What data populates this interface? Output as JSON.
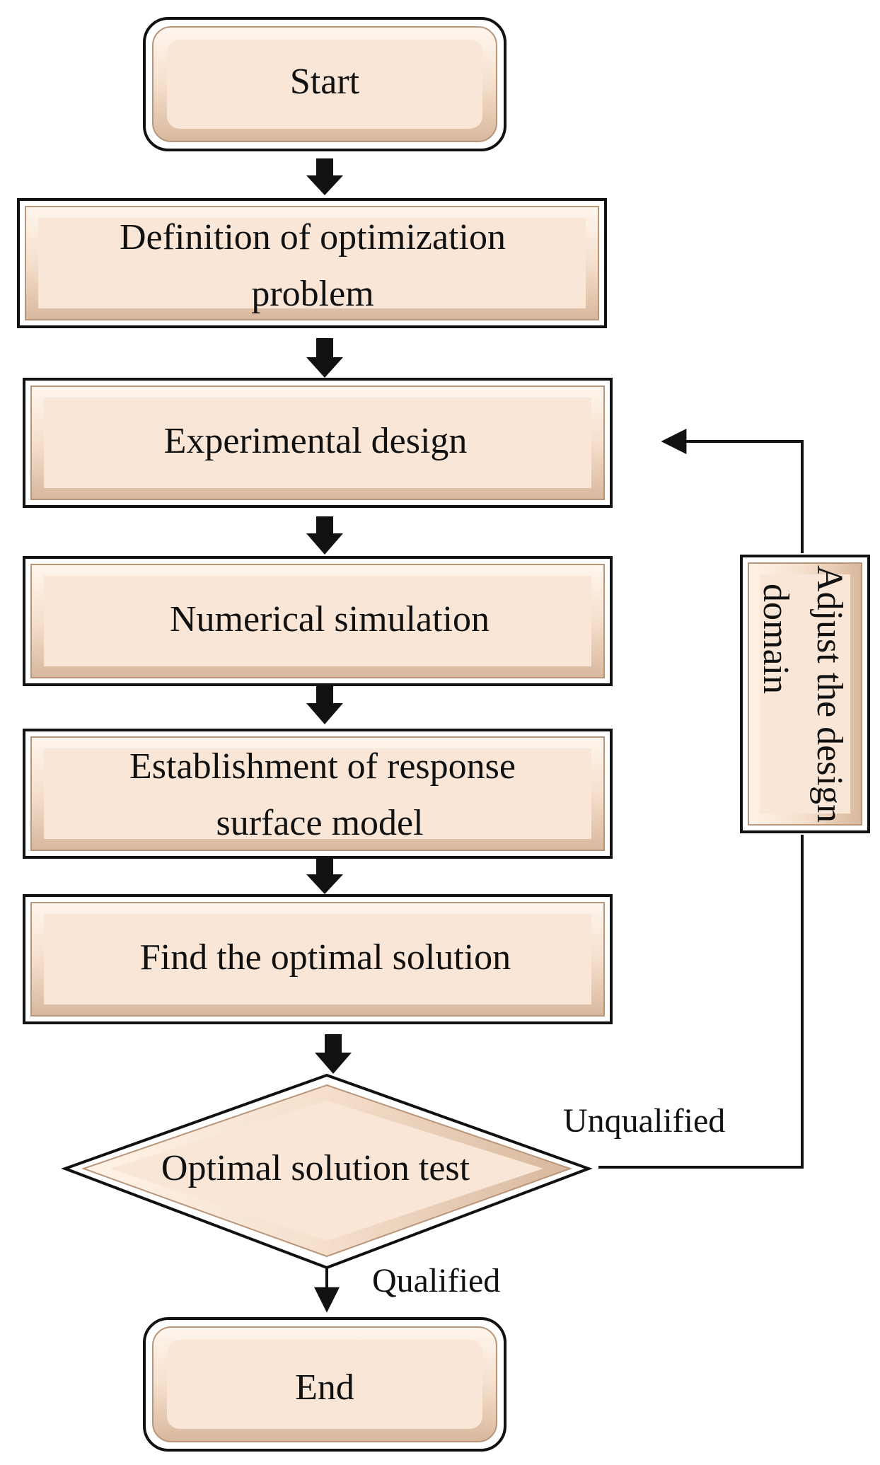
{
  "diagram": {
    "nodes": {
      "start": {
        "label": "Start"
      },
      "definition": {
        "label_line1": "Definition of optimization",
        "label_line2": "problem"
      },
      "experimental": {
        "label": "Experimental design"
      },
      "numerical": {
        "label": "Numerical simulation"
      },
      "establishment": {
        "label_line1": "Establishment of response",
        "label_line2": "surface model"
      },
      "find": {
        "label": "Find the optimal solution"
      },
      "test": {
        "label": "Optimal solution test"
      },
      "end": {
        "label": "End"
      },
      "adjust": {
        "label_line1": "Adjust the design",
        "label_line2": "domain"
      }
    },
    "edges": {
      "unqualified": "Unqualified",
      "qualified": "Qualified"
    },
    "colors": {
      "box_fill": "#f7e4d4",
      "box_edge_light": "#fff6ee",
      "box_edge_shadow": "#c9a88c",
      "outline": "#111111"
    }
  }
}
